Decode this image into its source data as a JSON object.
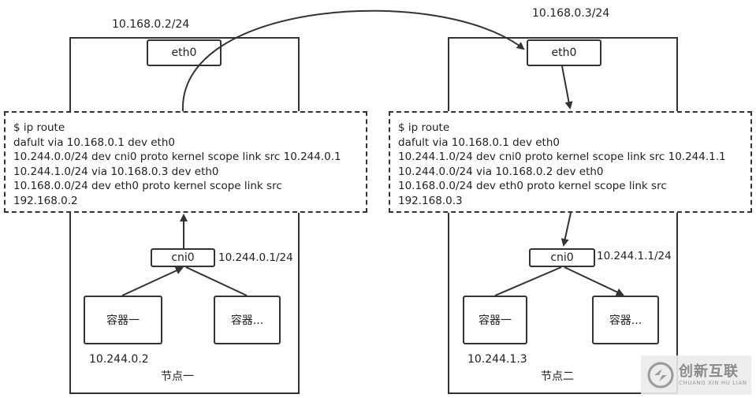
{
  "node1": {
    "ip": "10.168.0.2/24",
    "eth0": "eth0",
    "cni0": "cni0",
    "cni0_ip": "10.244.0.1/24",
    "container_a": "容器一",
    "container_b": "容器...",
    "container_ip": "10.244.0.2",
    "name": "节点一",
    "routes": [
      "$ ip route",
      "dafult via 10.168.0.1 dev eth0",
      "10.244.0.0/24 dev cni0 proto kernel scope link src 10.244.0.1",
      "10.244.1.0/24 via 10.168.0.3 dev eth0",
      "10.168.0.0/24 dev eth0 proto kernel scope link src",
      "192.168.0.2"
    ]
  },
  "node2": {
    "ip": "10.168.0.3/24",
    "eth0": "eth0",
    "cni0": "cni0",
    "cni0_ip": "10.244.1.1/24",
    "container_a": "容器一",
    "container_b": "容器...",
    "container_ip": "10.244.1.3",
    "name": "节点二",
    "routes": [
      "$ ip route",
      "dafult via 10.168.0.1 dev eth0",
      "10.244.1.0/24 dev cni0 proto kernel scope link src 10.244.1.1",
      "10.244.0.0/24 via 10.168.0.2 dev eth0",
      "10.168.0.0/24 dev eth0 proto kernel scope link src",
      "192.168.0.3"
    ]
  },
  "watermark": {
    "main": "创新互联",
    "sub": "CHUANG XIN HU LIAN"
  }
}
